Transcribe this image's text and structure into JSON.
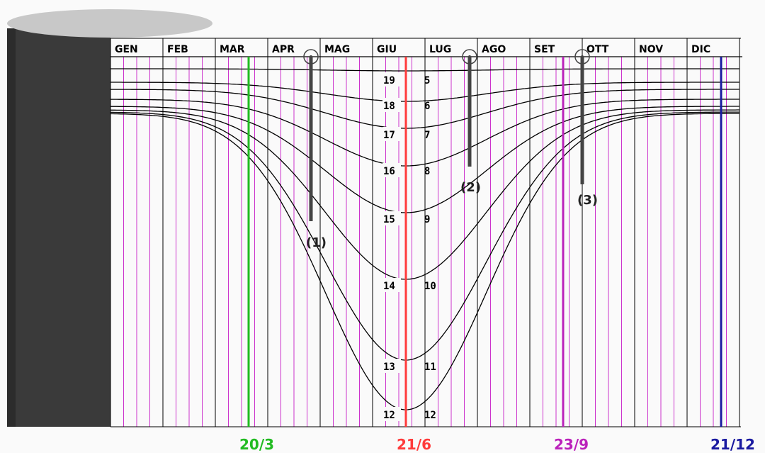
{
  "diagram": {
    "months": [
      "GEN",
      "FEB",
      "MAR",
      "APR",
      "MAG",
      "GIU",
      "LUG",
      "AGO",
      "SET",
      "OTT",
      "NOV",
      "DIC"
    ],
    "hour_pairs": [
      {
        "am": "12",
        "pm": "12"
      },
      {
        "am": "13",
        "pm": "11"
      },
      {
        "am": "14",
        "pm": "10"
      },
      {
        "am": "15",
        "pm": "9"
      },
      {
        "am": "16",
        "pm": "8"
      },
      {
        "am": "17",
        "pm": "7"
      },
      {
        "am": "18",
        "pm": "6"
      },
      {
        "am": "19",
        "pm": "5"
      }
    ],
    "gnomons": [
      "(1)",
      "(2)",
      "(3)"
    ],
    "dates": [
      {
        "label": "20/3",
        "color": "#22bb22"
      },
      {
        "label": "21/6",
        "color": "#ff3b3b"
      },
      {
        "label": "23/9",
        "color": "#bb22bb"
      },
      {
        "label": "21/12",
        "color": "#1a1aa0"
      }
    ],
    "colors": {
      "week_lines": "#cc33cc",
      "month_lines": "#000000",
      "hour_curves": "#000000",
      "gnomon": "#444444",
      "cylinder_body": "#3a3a3a",
      "cylinder_top": "#c8c8c8"
    }
  }
}
